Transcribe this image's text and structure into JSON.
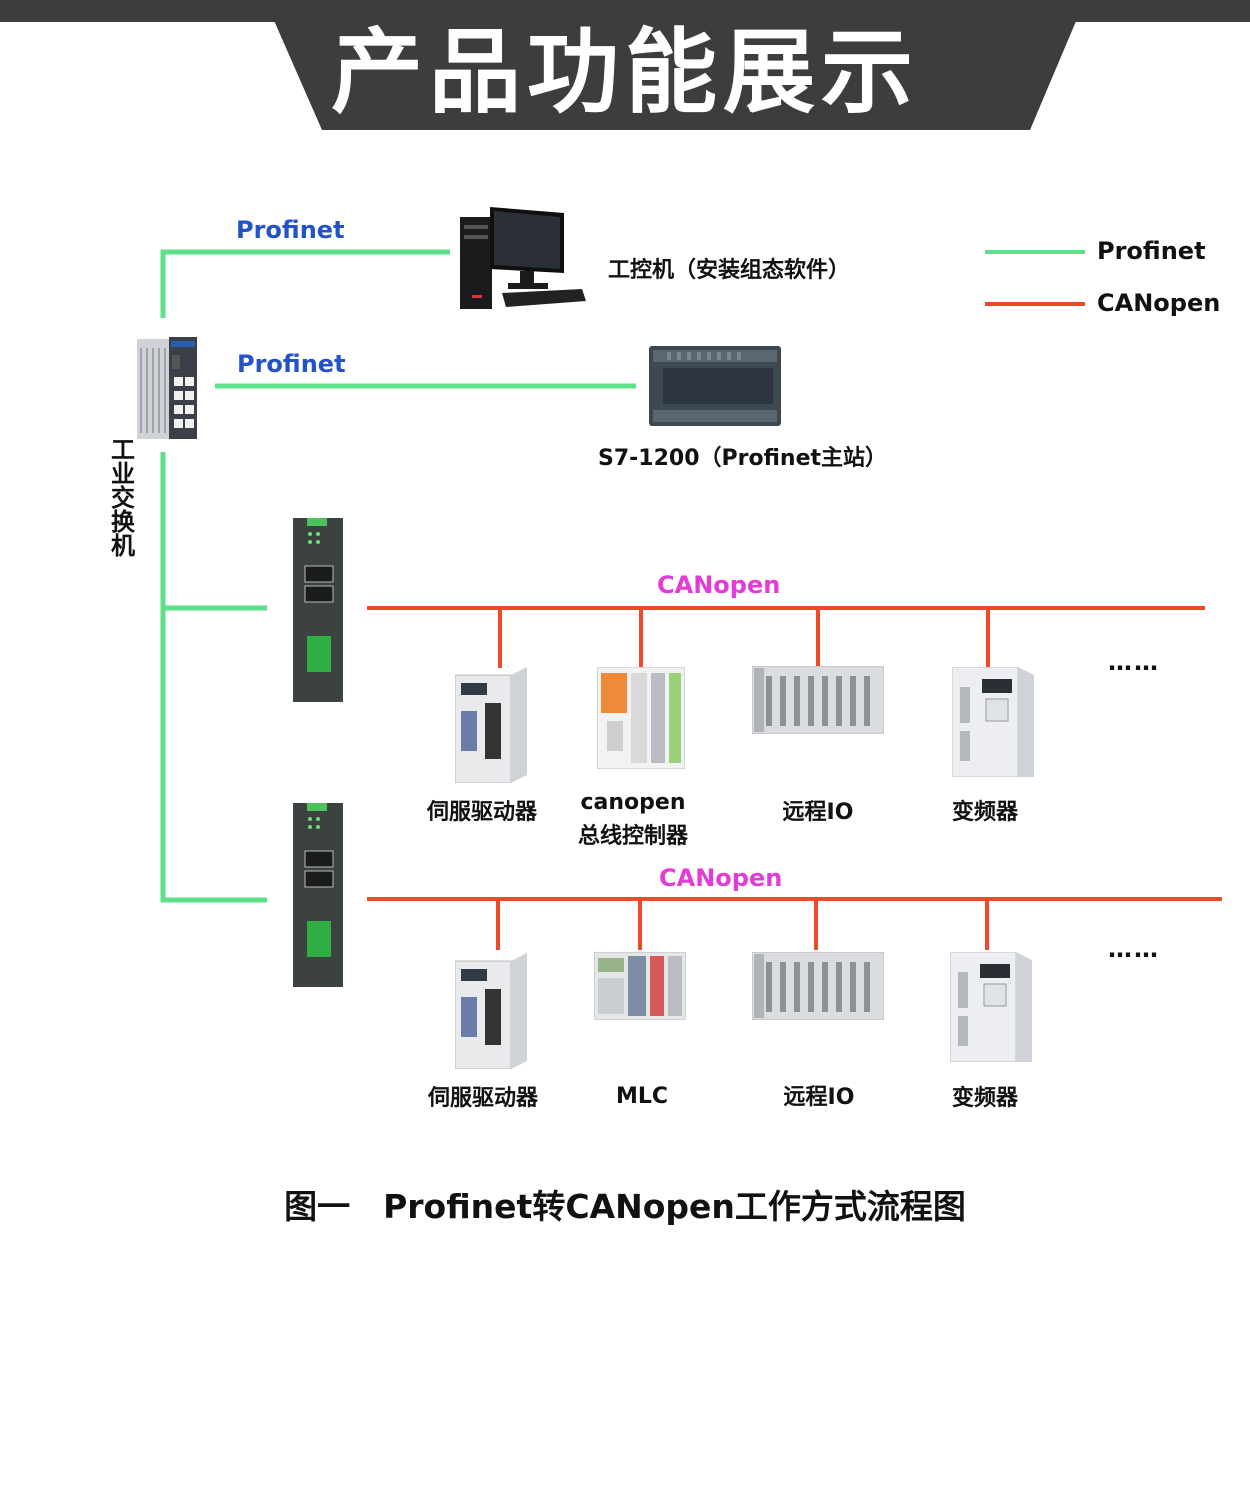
{
  "header": {
    "title": "产品功能展示"
  },
  "legend": [
    {
      "label": "Profinet",
      "color": "#5ee08a"
    },
    {
      "label": "CANopen",
      "color": "#f04a2a"
    }
  ],
  "protocols": {
    "profinet_top": "Profinet",
    "profinet_mid": "Profinet",
    "canopen_1": "CANopen",
    "canopen_2": "CANopen"
  },
  "switch_label": "工业交换机",
  "devices_top": {
    "ipc": "工控机（安装组态软件）",
    "plc": "S7-1200（Profinet主站）"
  },
  "row1": [
    {
      "line1": "伺服驱动器",
      "line2": ""
    },
    {
      "line1": "canopen",
      "line2": "总线控制器"
    },
    {
      "line1": "远程IO",
      "line2": ""
    },
    {
      "line1": "变频器",
      "line2": ""
    }
  ],
  "row2": [
    {
      "line1": "伺服驱动器"
    },
    {
      "line1": "MLC"
    },
    {
      "line1": "远程IO"
    },
    {
      "line1": "变频器"
    }
  ],
  "ellipsis": "……",
  "caption": "图一　Profinet转CANopen工作方式流程图",
  "colors": {
    "banner": "#3d3d3d",
    "profinet": "#5ee08a",
    "canopen": "#f04a2a",
    "label_blue": "#2352c9",
    "label_pink": "#e53bd6"
  }
}
